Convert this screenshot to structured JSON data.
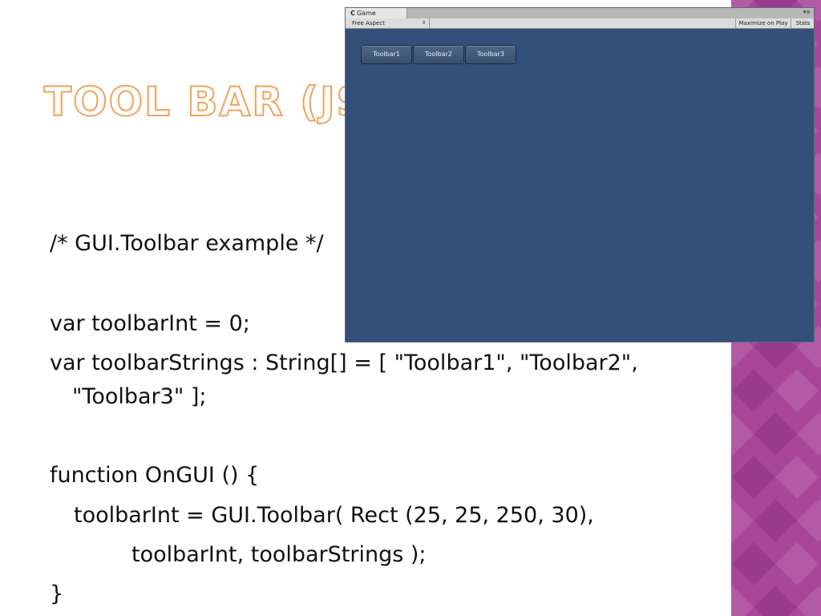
{
  "slide": {
    "title": "TOOL BAR (JS)",
    "code_lines": [
      "/* GUI.Toolbar example */",
      "var toolbarInt = 0;",
      "var toolbarStrings : String[] = [ \"Toolbar1\", \"Toolbar2\",",
      "\"Toolbar3\" ];",
      "function OnGUI () {",
      "toolbarInt = GUI.Toolbar( Rect (25, 25, 250, 30),",
      "toolbarInt, toolbarStrings );",
      "}"
    ]
  },
  "game_window": {
    "tab_icon": "unity-logo-icon",
    "tab_label": "Game",
    "menu_glyph": "▾≡",
    "aspect_select": "Free Aspect",
    "aspect_arrow": "⇕",
    "maximize_on_play": "Maximize on Play",
    "stats": "Stats",
    "toolbar_buttons": [
      "Toolbar1",
      "Toolbar2",
      "Toolbar3"
    ]
  },
  "colors": {
    "accent_title_outline": "#f0a35b",
    "game_background": "#33507a",
    "side_pattern": "#a8479a"
  }
}
